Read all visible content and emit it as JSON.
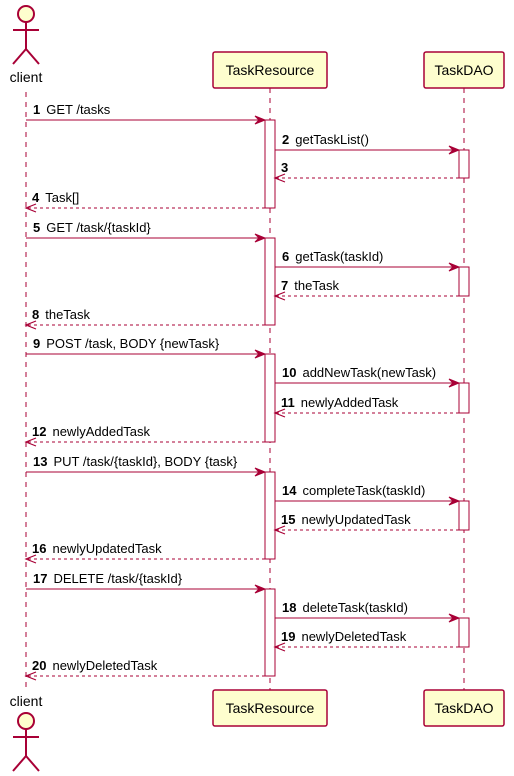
{
  "participants": {
    "client": "client",
    "resource": "TaskResource",
    "dao": "TaskDAO"
  },
  "colors": {
    "arrow": "#a80036",
    "lifeline": "#a80036",
    "box_fill": "#fefece",
    "box_stroke": "#a80036"
  },
  "messages": [
    {
      "num": "1",
      "text": "GET /tasks",
      "from": "client",
      "to": "resource",
      "dashed": false
    },
    {
      "num": "2",
      "text": "getTaskList()",
      "from": "resource",
      "to": "dao",
      "dashed": false
    },
    {
      "num": "3",
      "text": "",
      "from": "dao",
      "to": "resource",
      "dashed": true
    },
    {
      "num": "4",
      "text": "Task[]",
      "from": "resource",
      "to": "client",
      "dashed": true
    },
    {
      "num": "5",
      "text": "GET /task/{taskId}",
      "from": "client",
      "to": "resource",
      "dashed": false
    },
    {
      "num": "6",
      "text": "getTask(taskId)",
      "from": "resource",
      "to": "dao",
      "dashed": false
    },
    {
      "num": "7",
      "text": "theTask",
      "from": "dao",
      "to": "resource",
      "dashed": true
    },
    {
      "num": "8",
      "text": "theTask",
      "from": "resource",
      "to": "client",
      "dashed": true
    },
    {
      "num": "9",
      "text": "POST /task, BODY {newTask}",
      "from": "client",
      "to": "resource",
      "dashed": false
    },
    {
      "num": "10",
      "text": "addNewTask(newTask)",
      "from": "resource",
      "to": "dao",
      "dashed": false
    },
    {
      "num": "11",
      "text": "newlyAddedTask",
      "from": "dao",
      "to": "resource",
      "dashed": true
    },
    {
      "num": "12",
      "text": "newlyAddedTask",
      "from": "resource",
      "to": "client",
      "dashed": true
    },
    {
      "num": "13",
      "text": "PUT /task/{taskId}, BODY {task}",
      "from": "client",
      "to": "resource",
      "dashed": false
    },
    {
      "num": "14",
      "text": "completeTask(taskId)",
      "from": "resource",
      "to": "dao",
      "dashed": false
    },
    {
      "num": "15",
      "text": "newlyUpdatedTask",
      "from": "dao",
      "to": "resource",
      "dashed": true
    },
    {
      "num": "16",
      "text": "newlyUpdatedTask",
      "from": "resource",
      "to": "client",
      "dashed": true
    },
    {
      "num": "17",
      "text": "DELETE /task/{taskId}",
      "from": "client",
      "to": "resource",
      "dashed": false
    },
    {
      "num": "18",
      "text": "deleteTask(taskId)",
      "from": "resource",
      "to": "dao",
      "dashed": false
    },
    {
      "num": "19",
      "text": "newlyDeletedTask",
      "from": "dao",
      "to": "resource",
      "dashed": true
    },
    {
      "num": "20",
      "text": "newlyDeletedTask",
      "from": "resource",
      "to": "client",
      "dashed": true
    }
  ]
}
